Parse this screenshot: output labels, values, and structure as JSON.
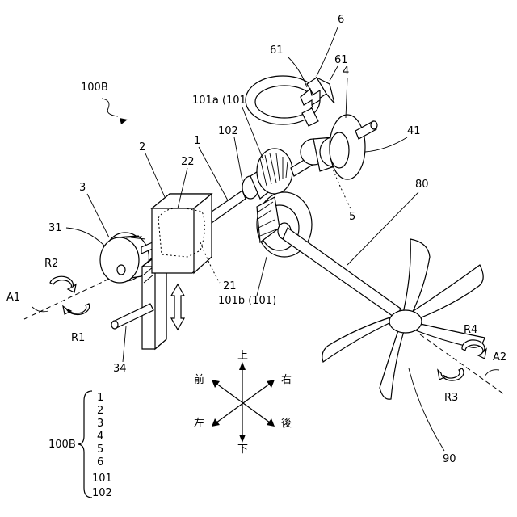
{
  "labels": {
    "assembly": "100B",
    "housing": "2",
    "motor_cover": "22",
    "shaft": "1",
    "gear_label": "102",
    "gear_a": "101a (101)",
    "gear_b": "101b (101)",
    "ring_ref": "6",
    "ring_part_left": "61",
    "ring_part_right": "61",
    "disc_ref": "4",
    "disc_cover": "41",
    "inner_part": "5",
    "wheel": "3",
    "wheel_face": "31",
    "rack": "34",
    "motor_internal": "21",
    "axis_left": "A1",
    "axis_right": "A2",
    "rot_r1": "R1",
    "rot_r2": "R2",
    "rot_r3": "R3",
    "rot_r4": "R4",
    "rod": "80",
    "propeller": "90"
  },
  "directions": {
    "up": "上",
    "down": "下",
    "front": "前",
    "back": "後",
    "left": "左",
    "right": "右"
  },
  "legend": {
    "title": "100B",
    "items": [
      "1",
      "2",
      "3",
      "4",
      "5",
      "6",
      "101",
      "102"
    ]
  }
}
